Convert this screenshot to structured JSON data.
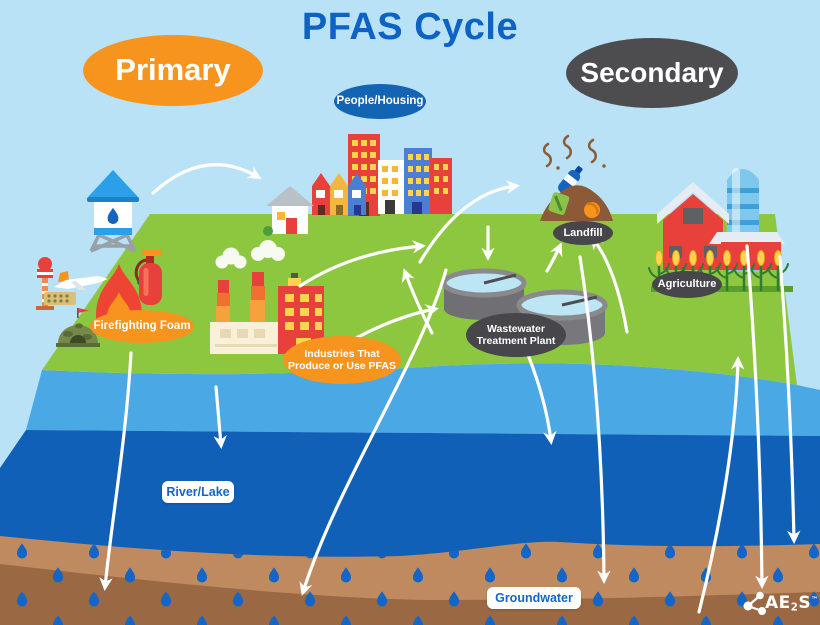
{
  "title": "PFAS Cycle",
  "stages": {
    "primary": {
      "label": "Primary"
    },
    "secondary": {
      "label": "Secondary"
    }
  },
  "nodes": {
    "people_housing": {
      "label": "People/Housing"
    },
    "firefighting_foam": {
      "label": "Firefighting Foam"
    },
    "industries": {
      "line1": "Industries That",
      "line2": "Produce or Use PFAS"
    },
    "landfill": {
      "label": "Landfill"
    },
    "agriculture": {
      "label": "Agriculture"
    },
    "wastewater": {
      "line1": "Wastewater",
      "line2": "Treatment Plant"
    },
    "river_lake": {
      "label": "River/Lake"
    },
    "groundwater": {
      "label": "Groundwater"
    }
  },
  "logo": {
    "part1": "AE",
    "part2": "2",
    "part3": "S",
    "trademark": "™"
  },
  "palette": {
    "sky": "#b9e2f7",
    "land_green": "#8dc63f",
    "water_light": "#4aa8e4",
    "water_dark": "#1160b8",
    "soil_light": "#c08a60",
    "soil_dark": "#9a6842",
    "drop_blue": "#1565c4",
    "primary_orange": "#f7941e",
    "secondary_gray": "#4d4d50",
    "node_blue": "#1464b4",
    "title_blue": "#0e62c5",
    "arrow_white": "#ffffff"
  },
  "icons": [
    "water-tower-icon",
    "control-tower-icon",
    "airplane-icon",
    "barracks-icon",
    "military-bunker-icon",
    "fire-icon",
    "fire-extinguisher-icon",
    "factory-icon",
    "smoke-icon",
    "city-buildings-icon",
    "house-icon",
    "landfill-pile-icon",
    "trash-bottle-icon",
    "wastewater-tank-icon",
    "barn-icon",
    "silo-icon",
    "corn-crop-icon",
    "water-drop-icon",
    "molecule-logo-icon"
  ]
}
